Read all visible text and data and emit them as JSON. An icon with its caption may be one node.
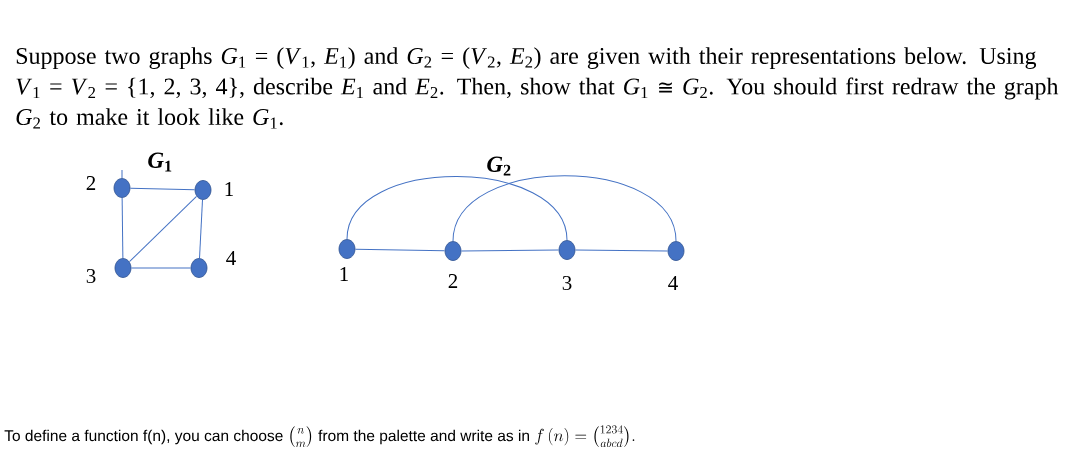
{
  "diagram": {
    "nodes": [
      {
        "text": [],
        "shape": "circle",
        "beside": [
          "2"
        ]
      },
      {
        "text": [],
        "shape": "circle",
        "beside": [
          "1"
        ]
      },
      {
        "text": [],
        "shape": "circle",
        "beside": [
          "3"
        ]
      },
      {
        "text": [],
        "shape": "circle",
        "beside": [
          "4"
        ]
      },
      {
        "text": [],
        "shape": "circle",
        "beside": [
          "1"
        ]
      },
      {
        "text": [],
        "shape": "circle",
        "beside": [
          "2"
        ]
      },
      {
        "text": [],
        "shape": "circle",
        "beside": [
          "3"
        ]
      },
      {
        "text": [],
        "shape": "circle",
        "beside": [
          "4"
        ]
      }
    ],
    "edges": [
      {
        "from": 0,
        "to": 1,
        "arrow": "none"
      },
      {
        "from": 0,
        "to": 2,
        "arrow": "none"
      },
      {
        "from": 1,
        "to": 3,
        "arrow": "none"
      },
      {
        "from": 2,
        "to": 3,
        "arrow": "none"
      },
      {
        "from": 2,
        "to": 1,
        "arrow": "none"
      },
      {
        "from": 0,
        "to": null,
        "arrow": "none"
      },
      {
        "from": 4,
        "to": 5,
        "arrow": "none"
      },
      {
        "from": 5,
        "to": 6,
        "arrow": "none"
      },
      {
        "from": 6,
        "to": 7,
        "arrow": "none"
      },
      {
        "from": 4,
        "to": 6,
        "arrow": "none"
      },
      {
        "from": 5,
        "to": 7,
        "arrow": "none"
      }
    ],
    "labels": [
      "Suppose two graphs *G*$_{1}$ = (*V*$_{1}$, *E*$_{1}$) and *G*$_{2}$ = (*V*$_{2}$, *E*$_{2}$) are given with their representations below. Using *V*$_{1}$ = *V*$_{2}$ = {1, 2, 3, 4}, describe *E*$_{1}$ and *E*$_{2}$. Then, show that *G*$_{1}$ ≅ *G*$_{2}$. You should first redraw the graph *G*$_{2}$ to make it look like *G*$_{1}$.",
      "*G*$_{1}$",
      "*G*$_{2}$",
      "To define a function f(n), you can choose",
      "\\binom{n}{m}",
      "from the palette and write as in",
      "f\\left(n\\right)=\\binom{1234}{abcd}."
    ]
  }
}
